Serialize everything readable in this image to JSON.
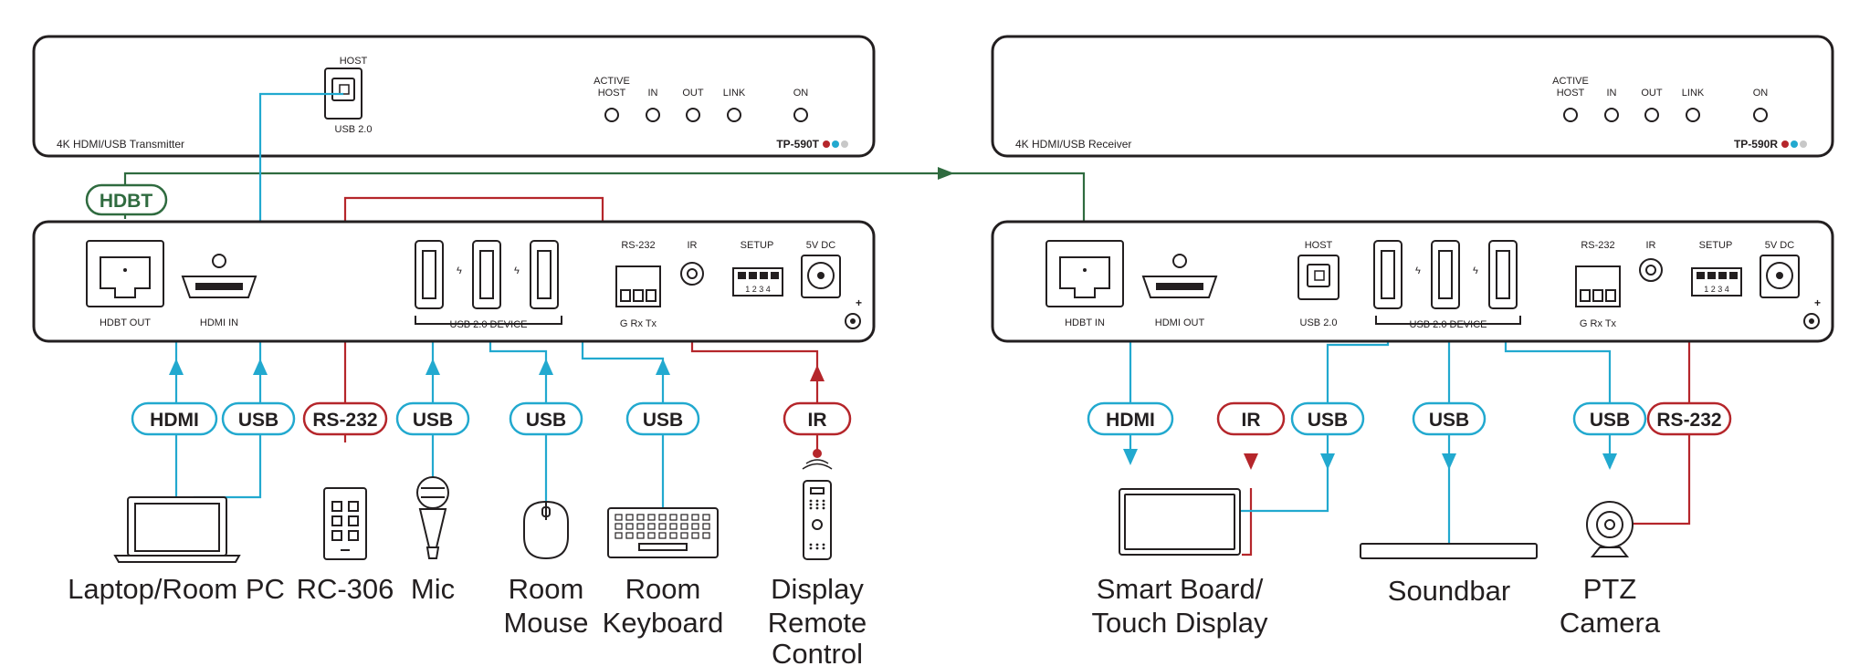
{
  "transmitter": {
    "title": "4K HDMI/USB Transmitter",
    "model": "TP-590T",
    "host_label": "HOST",
    "usb_label": "USB 2.0",
    "led_labels": {
      "active_line1": "ACTIVE",
      "active_line2": "HOST",
      "in": "IN",
      "out": "OUT",
      "link": "LINK",
      "on": "ON"
    },
    "rear": {
      "hdbt_out": "HDBT OUT",
      "hdmi_in": "HDMI IN",
      "usb_device": "USB 2.0 DEVICE",
      "rs232": "RS-232",
      "ir": "IR",
      "setup": "SETUP",
      "dc": "5V DC",
      "pins": "G Rx Tx",
      "dip": "1 2 3 4"
    }
  },
  "receiver": {
    "title": "4K HDMI/USB Receiver",
    "model": "TP-590R",
    "led_labels": {
      "active_line1": "ACTIVE",
      "active_line2": "HOST",
      "in": "IN",
      "out": "OUT",
      "link": "LINK",
      "on": "ON"
    },
    "rear": {
      "hdbt_in": "HDBT IN",
      "hdmi_out": "HDMI OUT",
      "host": "HOST",
      "usb": "USB 2.0",
      "usb_device": "USB 2.0 DEVICE",
      "rs232": "RS-232",
      "ir": "IR",
      "setup": "SETUP",
      "dc": "5V DC",
      "pins": "G Rx Tx",
      "dip": "1 2 3 4"
    }
  },
  "hdbt_label": "HDBT",
  "colors": {
    "usb": "#22a9cf",
    "control": "#b5262b",
    "hdbt": "#2f6b3f",
    "model_dots": [
      "#b5262b",
      "#22a9cf",
      "#c8c8c8"
    ]
  },
  "badges": {
    "tx_hdmi": "HDMI",
    "tx_usb": "USB",
    "tx_rs232": "RS-232",
    "tx_mic_usb": "USB",
    "tx_mouse_usb": "USB",
    "tx_kbd_usb": "USB",
    "tx_ir": "IR",
    "rx_hdmi": "HDMI",
    "rx_ir": "IR",
    "rx_usb": "USB",
    "rx_soundbar_usb": "USB",
    "rx_cam_usb": "USB",
    "rx_rs232": "RS-232"
  },
  "devices": {
    "laptop": "Laptop/Room PC",
    "rc306": "RC-306",
    "mic": "Mic",
    "mouse": [
      "Room",
      "Mouse"
    ],
    "keyboard": [
      "Room",
      "Keyboard"
    ],
    "remote": [
      "Display",
      "Remote",
      "Control"
    ],
    "smartboard": [
      "Smart Board/",
      "Touch Display"
    ],
    "soundbar": "Soundbar",
    "camera": [
      "PTZ",
      "Camera"
    ]
  }
}
